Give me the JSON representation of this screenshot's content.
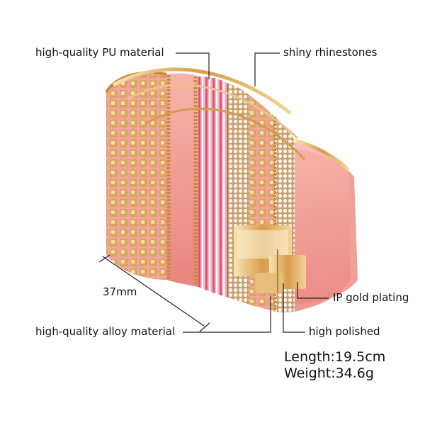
{
  "annotations": {
    "pu_material": "high-quality PU material",
    "rhinestones": "shiny rhinestones",
    "width": "37mm",
    "ip_plating": "IP gold plating",
    "alloy_material": "high-quality alloy material",
    "polished": "high polished"
  },
  "specs": {
    "length": "Length:19.5cm",
    "weight": "Weight:34.6g"
  },
  "colors": {
    "leather_pink": "#f4a3a0",
    "suede_inner": "#f6b9b3",
    "gold": "#d8a55a",
    "gold_light": "#f3dba8",
    "crystal": "#f4f1ee"
  }
}
